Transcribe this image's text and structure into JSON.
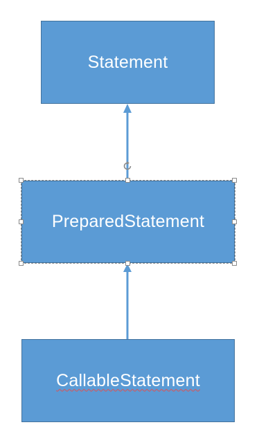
{
  "diagram": {
    "nodes": [
      {
        "id": "statement",
        "label": "Statement"
      },
      {
        "id": "prepared",
        "label": "PreparedStatement"
      },
      {
        "id": "callable",
        "label": "CallableStatement"
      }
    ],
    "edges": [
      {
        "from": "prepared",
        "to": "statement"
      },
      {
        "from": "callable",
        "to": "prepared"
      }
    ],
    "selected_node": "prepared",
    "colors": {
      "node_fill": "#5b9bd5",
      "node_border": "#41719c",
      "node_text": "#ffffff",
      "connector": "#5b9bd5",
      "selection": "#8a8a8a",
      "spellcheck": "#e05050"
    }
  }
}
